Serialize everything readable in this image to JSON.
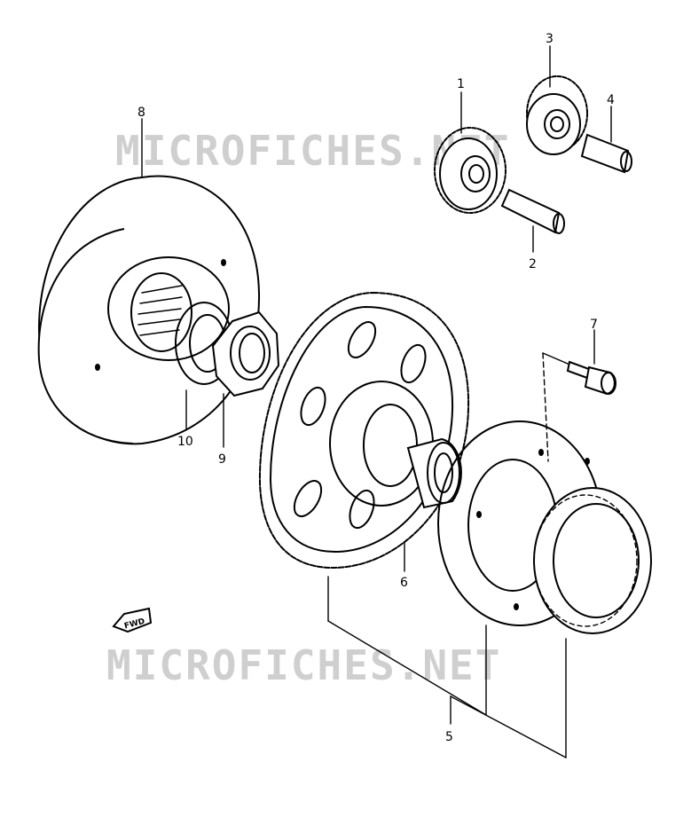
{
  "watermark": "MICROFICHES.NET",
  "fwd_label": "FWD",
  "callouts": {
    "p1": "1",
    "p2": "2",
    "p3": "3",
    "p4": "4",
    "p5": "5",
    "p6": "6",
    "p7": "7",
    "p8": "8",
    "p9": "9",
    "p10": "10"
  }
}
